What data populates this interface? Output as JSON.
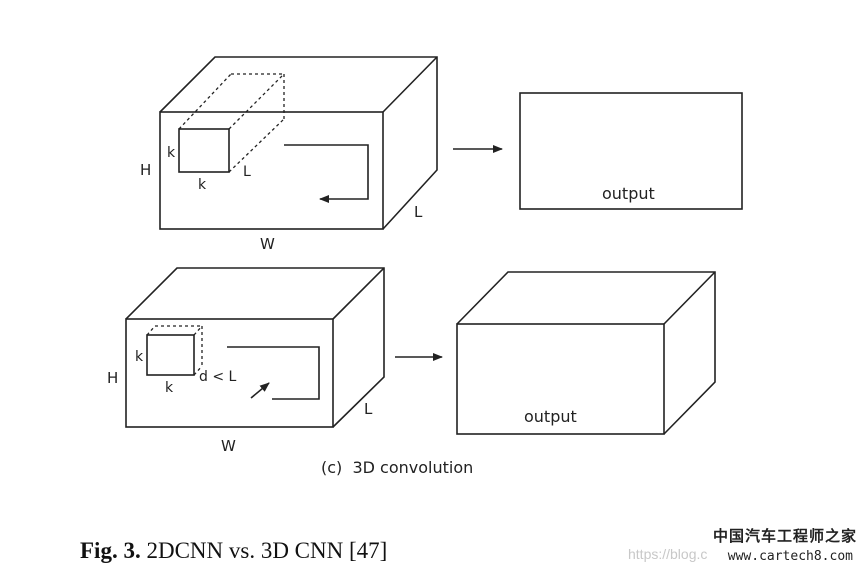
{
  "top_diagram": {
    "label_H": "H",
    "label_W": "W",
    "label_L_depth": "L",
    "kernel_k_side": "k",
    "kernel_k_bottom": "k",
    "kernel_L": "L",
    "output_label": "output"
  },
  "bottom_diagram": {
    "label_H": "H",
    "label_W": "W",
    "label_L_depth": "L",
    "kernel_k_side": "k",
    "kernel_k_bottom": "k",
    "kernel_depth": "d < L",
    "output_label": "output",
    "subcaption": "(c)  3D convolution"
  },
  "caption": {
    "label": "Fig. 3.",
    "text": " 2DCNN vs. 3D CNN [47]"
  },
  "watermark": {
    "url": "https://blog.c",
    "brand_cn": "中国汽车工程师之家",
    "site": "www.cartech8.com"
  }
}
